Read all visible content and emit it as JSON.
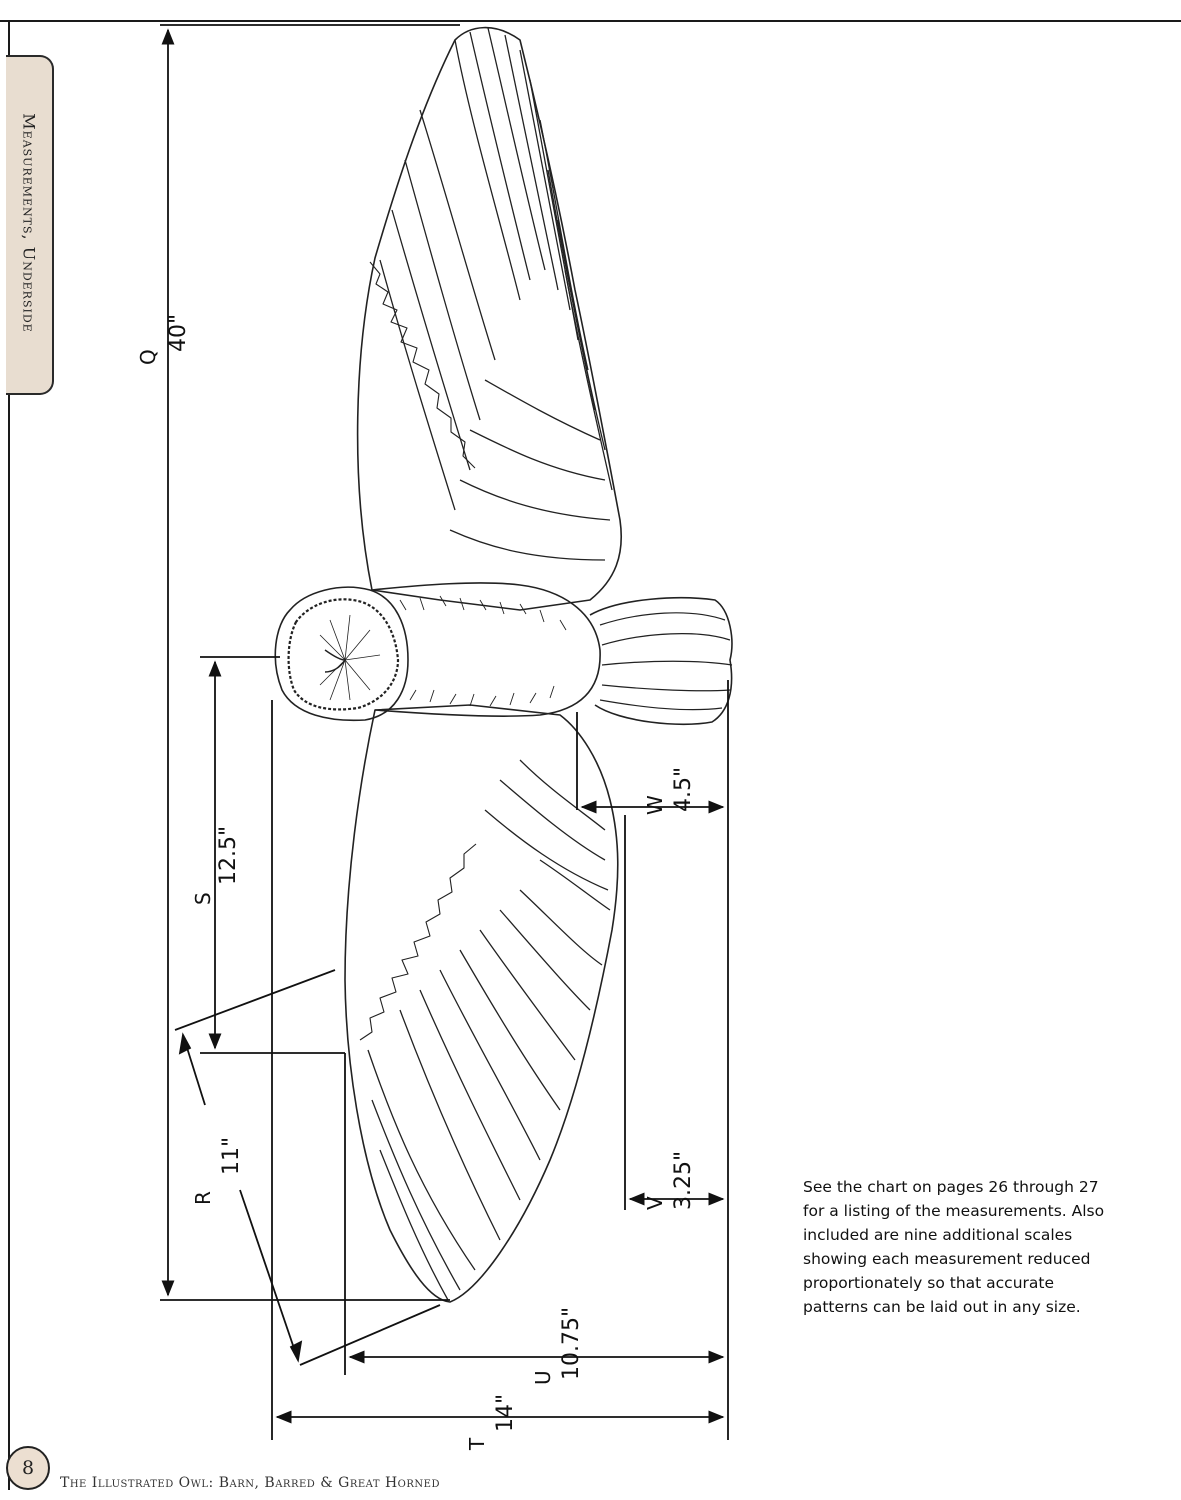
{
  "side_tab": {
    "label": "Measurements, Underside"
  },
  "footer": {
    "page_number": "8",
    "book_title": "The Illustrated Owl: Barn, Barred & Great Horned"
  },
  "note": {
    "text": "See the chart on pages 26 through 27 for a listing of the measurements. Also included are nine additional scales showing each measurement reduced proportionately so that accurate patterns can be laid out in any size."
  },
  "measurements": {
    "Q": {
      "letter": "Q",
      "value": "40\""
    },
    "R": {
      "letter": "R",
      "value": "11\""
    },
    "S": {
      "letter": "S",
      "value": "12.5\""
    },
    "T": {
      "letter": "T",
      "value": "14\""
    },
    "U": {
      "letter": "U",
      "value": "10.75\""
    },
    "V": {
      "letter": "V",
      "value": "3.25\""
    },
    "W": {
      "letter": "W",
      "value": "4.5\""
    }
  },
  "icons": {
    "illustration": "barn-owl-underside-drawing"
  }
}
